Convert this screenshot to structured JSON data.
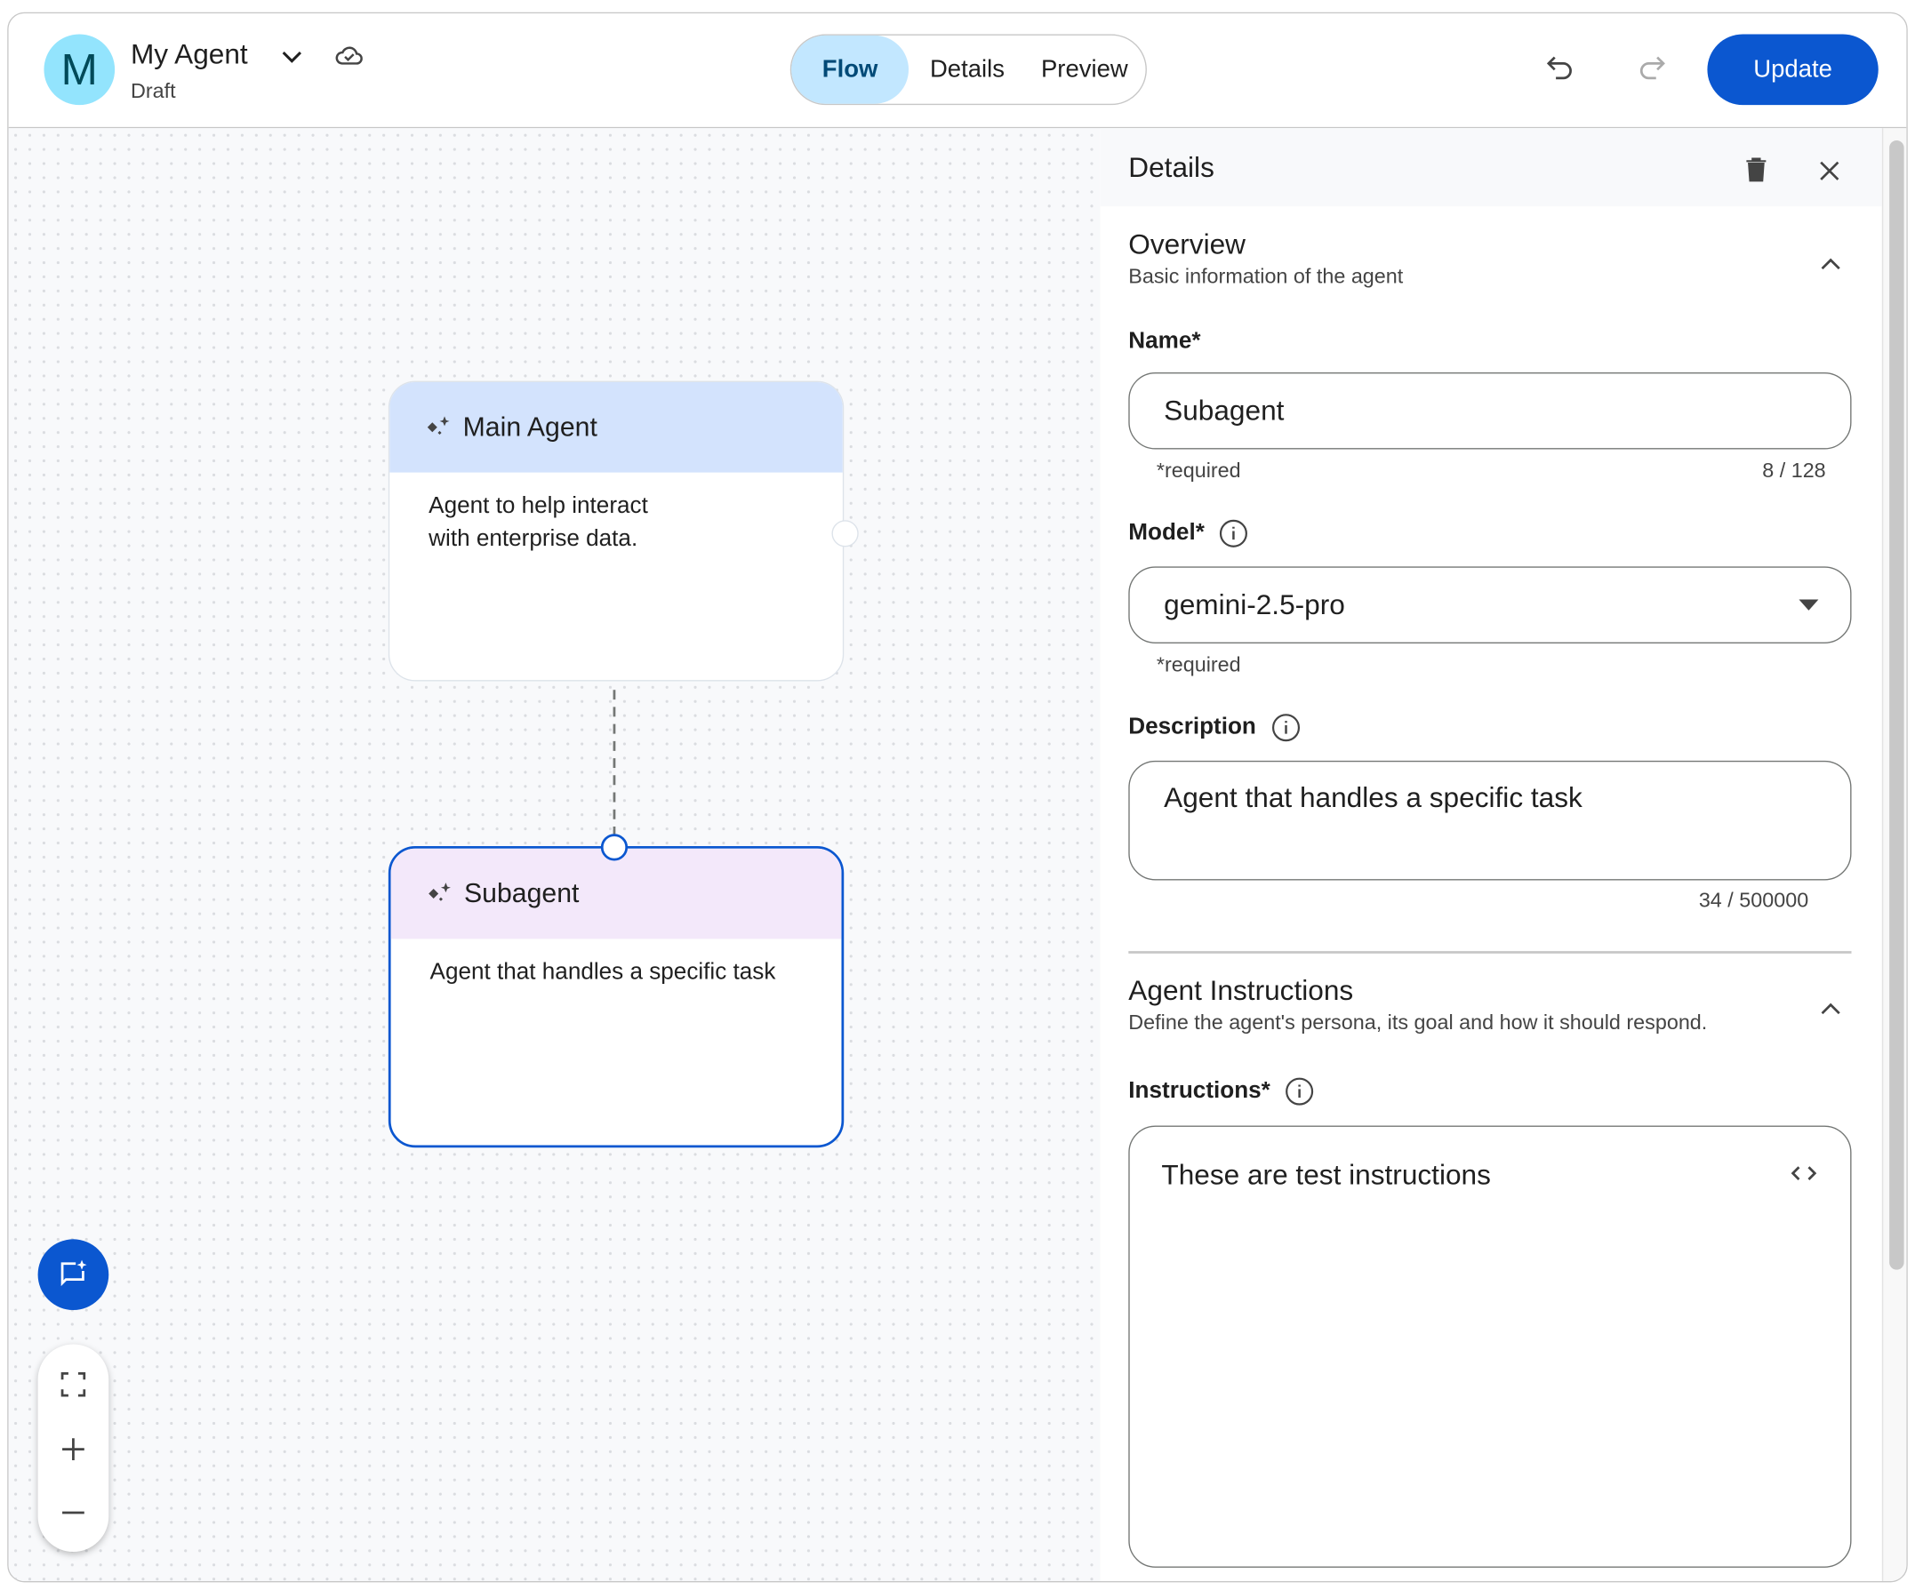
{
  "header": {
    "avatar_letter": "M",
    "app_title": "My Agent",
    "status": "Draft",
    "tabs": [
      {
        "label": "Flow",
        "active": true
      },
      {
        "label": "Details",
        "active": false
      },
      {
        "label": "Preview",
        "active": false
      }
    ],
    "update_label": "Update"
  },
  "canvas": {
    "nodes": [
      {
        "title": "Main Agent",
        "description": "Agent to help interact with enterprise data.",
        "header_color": "#d3e3fd",
        "selected": false
      },
      {
        "title": "Subagent",
        "description": "Agent that handles a specific task",
        "header_color": "#f3e8fa",
        "selected": true
      }
    ]
  },
  "panel": {
    "title": "Details",
    "overview": {
      "title": "Overview",
      "subtitle": "Basic information of the agent",
      "name_label": "Name*",
      "name_value": "Subagent",
      "name_hint": "*required",
      "name_count": "8 / 128",
      "model_label": "Model*",
      "model_value": "gemini-2.5-pro",
      "model_hint": "*required",
      "description_label": "Description",
      "description_value": "Agent that handles a specific task",
      "description_count": "34 / 500000"
    },
    "instructions": {
      "title": "Agent Instructions",
      "subtitle": "Define the agent's persona, its goal and how it should respond.",
      "label": "Instructions*",
      "value": "These are test instructions"
    }
  },
  "colors": {
    "accent": "#0b57d0",
    "active_tab": "#c2e7ff",
    "avatar": "#93e4fd"
  }
}
